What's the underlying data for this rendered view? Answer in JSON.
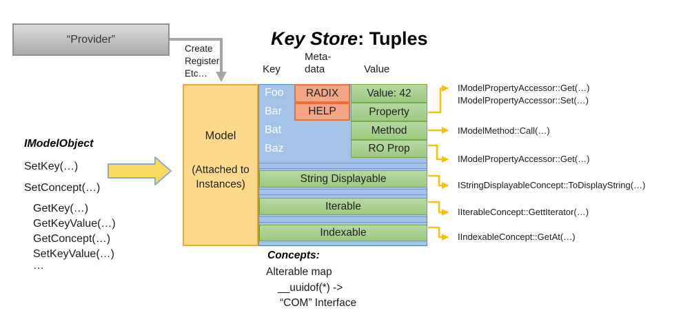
{
  "provider": {
    "label": "“Provider”",
    "caption_lines": [
      "Create",
      "Register",
      "Etc…"
    ]
  },
  "title": {
    "key_store": "Key Store",
    "separator": ": ",
    "tuples": "Tuples"
  },
  "column_headers": {
    "key": "Key",
    "metadata_line1": "Meta-",
    "metadata_line2": "data",
    "value": "Value"
  },
  "model_box": {
    "title": "Model",
    "subtitle": "(Attached to Instances)"
  },
  "key_store_table": {
    "keys": [
      "Foo",
      "Bar",
      "Bat",
      "Baz"
    ],
    "metadata_cells": [
      "RADIX",
      "HELP"
    ],
    "value_cells": [
      "Value: 42",
      "Property",
      "Method",
      "RO Prop"
    ],
    "concept_rows": [
      "String Displayable",
      "Iterable",
      "Indexable"
    ]
  },
  "imodelobject": {
    "heading": "IModelObject",
    "methods": [
      "SetKey(…)",
      "SetConcept(…)",
      "GetKey(…)",
      "GetKeyValue(…)",
      "GetConcept(…)",
      "SetKeyValue(…)",
      "…"
    ]
  },
  "api_labels": {
    "property_get": "IModelPropertyAccessor::Get(…)",
    "property_set": "IModelPropertyAccessor::Set(…)",
    "method": "IModelMethod::Call(…)",
    "ro_prop": "IModelPropertyAccessor::Get(…)",
    "string_displayable": "IStringDisplayableConcept::ToDisplayString(…)",
    "iterable": "IIterableConcept::GettIterator(…)",
    "indexable": "IIndexableConcept::GetAt(…)"
  },
  "concepts_note": {
    "heading": "Concepts:",
    "lines": [
      "Alterable map",
      "__uuidof(*) ->",
      "“COM” Interface"
    ]
  },
  "colors": {
    "model_orange_fill": "#FDD98C",
    "model_orange_border": "#F0A43B",
    "table_blue_fill": "#A3C4E8",
    "table_blue_border": "#4E86C5",
    "concept_green_fill": "#A9D18E",
    "concept_green_border": "#6EAD46",
    "metadata_salmon_fill": "#F4A583",
    "metadata_salmon_border": "#E8703A",
    "connector_yellow": "#FFC000",
    "provider_gray": "#C4C4C4",
    "flow_arrow_yellow": "#FBD961"
  }
}
